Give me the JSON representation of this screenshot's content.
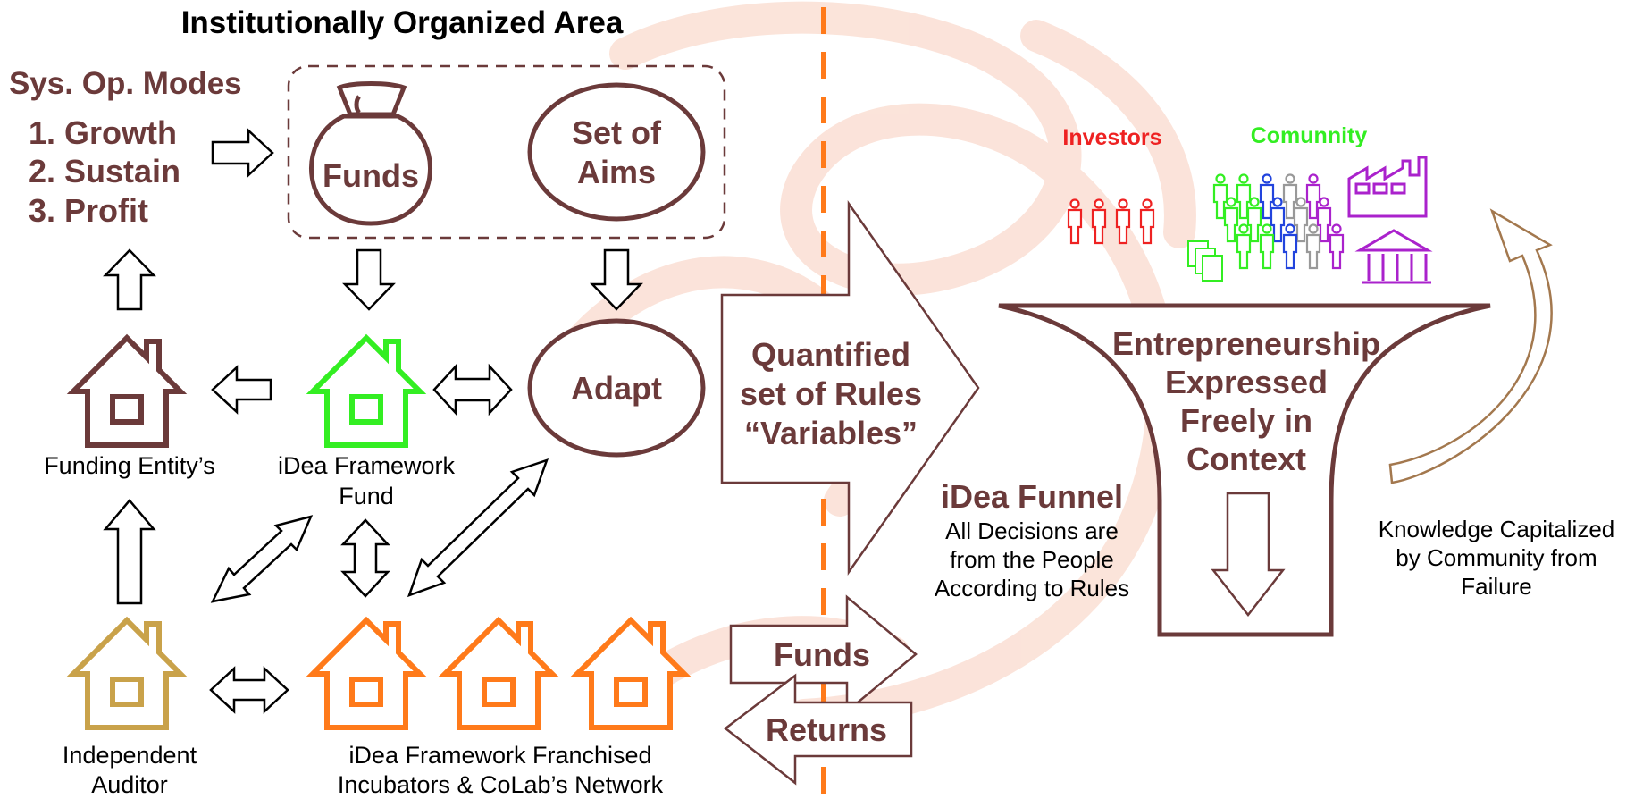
{
  "header": {
    "title": "Institutionally Organized Area"
  },
  "modes": {
    "title": "Sys. Op. Modes",
    "items": [
      "1. Growth",
      "2. Sustain",
      "3. Profit"
    ]
  },
  "nodes": {
    "funds_bag": "Funds",
    "aims_line1": "Set of",
    "aims_line2": "Aims",
    "adapt": "Adapt"
  },
  "houses": {
    "funding_entity": "Funding Entity’s",
    "idea_fund_line1": "iDea Framework",
    "idea_fund_line2": "Fund",
    "auditor_line1": "Independent",
    "auditor_line2": "Auditor",
    "network_line1": "iDea Framework Franchised",
    "network_line2": "Incubators & CoLab’s Network"
  },
  "rules_arrow": {
    "line1": "Quantified",
    "line2": "set of Rules",
    "line3": "“Variables”"
  },
  "flows": {
    "funds": "Funds",
    "returns": "Returns"
  },
  "funnel": {
    "line1": "Entrepreneurship",
    "line2": "Expressed",
    "line3": "Freely in",
    "line4": "Context",
    "name": "iDea Funnel",
    "desc1": "All Decisions are",
    "desc2": "from the People",
    "desc3": "According to Rules"
  },
  "groups": {
    "investors": "Investors",
    "community": "Comunnity"
  },
  "feedback": {
    "line1": "Knowledge Capitalized",
    "line2": "by Community from",
    "line3": "Failure"
  },
  "colors": {
    "brown": "#6b3a3a",
    "green": "#33ee22",
    "orange": "#ff7a1a",
    "gold": "#c9a24a",
    "red": "#ee2222",
    "purple": "#aa22cc",
    "blue": "#2244dd",
    "grey": "#999999",
    "watermark": "#fbe1d6"
  },
  "icons": {
    "house": "house-icon",
    "money_bag": "money-bag-icon",
    "person": "person-icon",
    "factory": "factory-icon",
    "bank": "bank-icon",
    "documents": "documents-icon"
  }
}
